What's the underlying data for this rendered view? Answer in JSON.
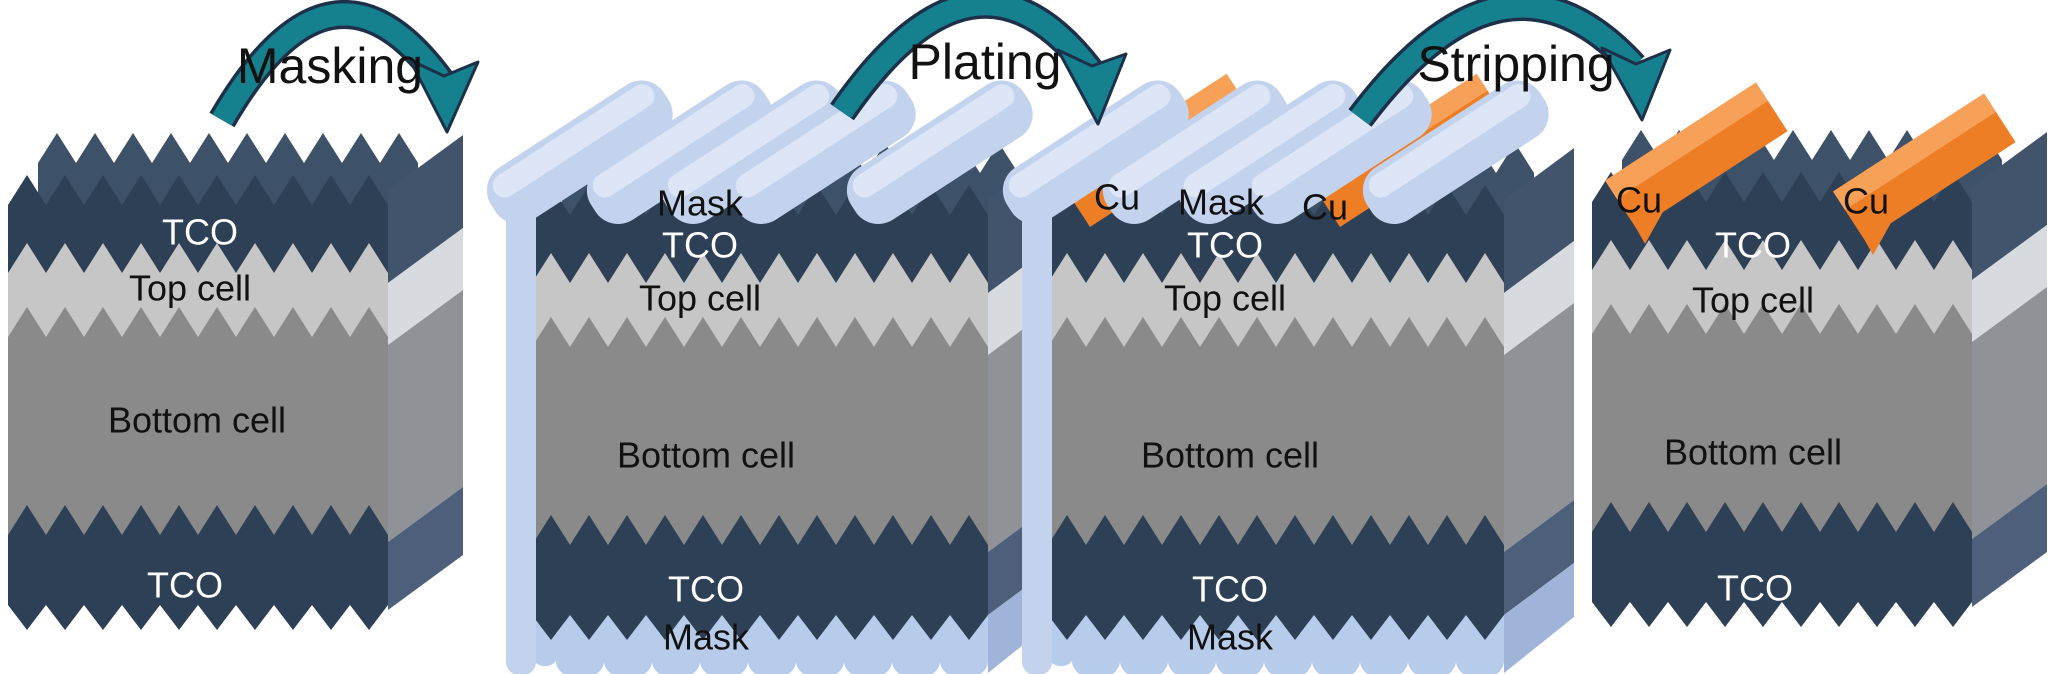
{
  "arrows": [
    {
      "label": "Masking"
    },
    {
      "label": "Plating"
    },
    {
      "label": "Stripping"
    }
  ],
  "blocks": [
    {
      "id": "initial",
      "labels": {
        "tco_top": "TCO",
        "top_cell": "Top cell",
        "bottom_cell": "Bottom cell",
        "tco_bottom": "TCO"
      }
    },
    {
      "id": "masked",
      "labels": {
        "mask_top": "Mask",
        "tco_top": "TCO",
        "top_cell": "Top cell",
        "bottom_cell": "Bottom cell",
        "tco_bottom": "TCO",
        "mask_bottom": "Mask"
      }
    },
    {
      "id": "plated",
      "labels": {
        "cu_left": "Cu",
        "mask_top": "Mask",
        "cu_right": "Cu",
        "tco_top": "TCO",
        "top_cell": "Top cell",
        "bottom_cell": "Bottom cell",
        "tco_bottom": "TCO",
        "mask_bottom": "Mask"
      }
    },
    {
      "id": "stripped",
      "labels": {
        "cu_left": "Cu",
        "cu_right": "Cu",
        "tco_top": "TCO",
        "top_cell": "Top cell",
        "bottom_cell": "Bottom cell",
        "tco_bottom": "TCO"
      }
    }
  ],
  "colors": {
    "tco_front": "#2e4055",
    "tco_band": "#3d5169",
    "tco_side": "#41546c",
    "top_cell": "#c6c6c6",
    "top_cell_side": "#d7dbdf",
    "bottom_cell": "#8a8a8a",
    "bottom_cell_side": "#8f9398",
    "tco_bottom_side": "#4d5f7a",
    "mask": "#c3d3ee",
    "mask_light": "#dce6f6",
    "mask_shadow": "#9fb4d8",
    "mask_band": "#b7cbea",
    "cu": "#ee7e25",
    "cu_light": "#f6a058",
    "arrow": "#15808e",
    "arrow_outline": "#1d3049",
    "text_dark": "#111111",
    "text_light": "#ffffff"
  }
}
